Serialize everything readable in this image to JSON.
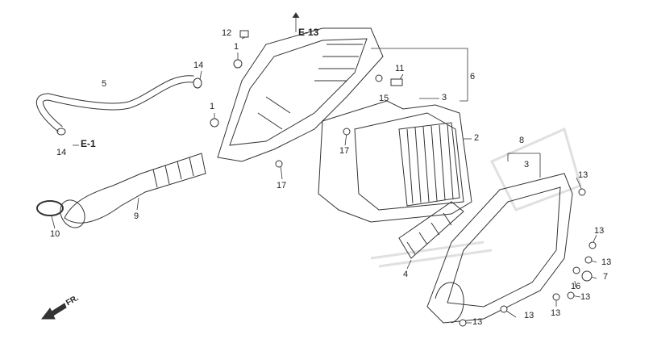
{
  "diagram": {
    "labels": [
      "12",
      "E-13",
      "1",
      "14",
      "5",
      "1",
      "11",
      "6",
      "3",
      "15",
      "2",
      "17",
      "17",
      "E-1",
      "14",
      "9",
      "10",
      "8",
      "3",
      "13",
      "13",
      "13",
      "7",
      "16",
      "13",
      "13",
      "13",
      "13",
      "4",
      "13"
    ],
    "front_marker": "FR.",
    "colors": {
      "line": "#333333",
      "watermark": "#e3e3e3"
    }
  }
}
